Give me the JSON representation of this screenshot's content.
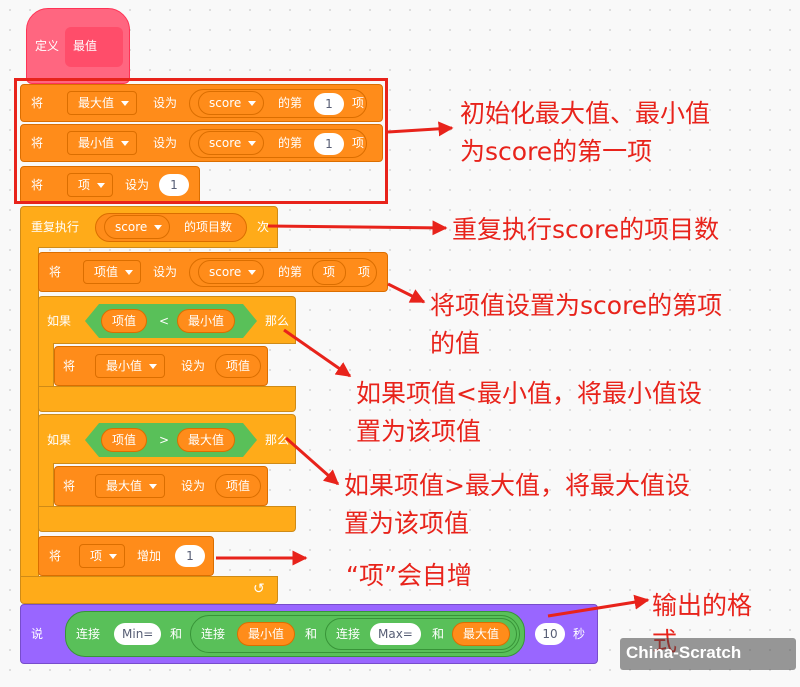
{
  "define_block": {
    "define_label": "定义",
    "name": "最值"
  },
  "init_blocks": [
    {
      "set_label": "将",
      "var": "最大值",
      "to_label": "设为",
      "list": "score",
      "item_of": "的第",
      "index": "1",
      "item_label": "项"
    },
    {
      "set_label": "将",
      "var": "最小值",
      "to_label": "设为",
      "list": "score",
      "item_of": "的第",
      "index": "1",
      "item_label": "项"
    },
    {
      "set_label": "将",
      "var": "项",
      "to_label": "设为",
      "value": "1"
    }
  ],
  "repeat_block": {
    "label": "重复执行",
    "list": "score",
    "length_label": "的项目数",
    "times_label": "次"
  },
  "loop_set": {
    "set_label": "将",
    "var": "项值",
    "to_label": "设为",
    "list": "score",
    "item_of": "的第",
    "index_var": "项",
    "item_label": "项"
  },
  "if1": {
    "if_label": "如果",
    "left": "项值",
    "op": "<",
    "right": "最小值",
    "then_label": "那么",
    "body": {
      "set_label": "将",
      "var": "最小值",
      "to_label": "设为",
      "value": "项值"
    }
  },
  "if2": {
    "if_label": "如果",
    "left": "项值",
    "op": ">",
    "right": "最大值",
    "then_label": "那么",
    "body": {
      "set_label": "将",
      "var": "最大值",
      "to_label": "设为",
      "value": "项值"
    }
  },
  "change_block": {
    "set_label": "将",
    "var": "项",
    "change_label": "增加",
    "value": "1"
  },
  "say_block": {
    "say_label": "说",
    "join_label": "连接",
    "min_text": "Min=",
    "and_label": "和",
    "min_var": "最小值",
    "max_text": "Max=",
    "max_var": "最大值",
    "secs": "10",
    "secs_label": "秒"
  },
  "annotations": {
    "a1_line1": "初始化最大值、最小值",
    "a1_line2": "为score的第一项",
    "a2": "重复执行score的项目数",
    "a3_line1": "将项值设置为score的第项",
    "a3_line2": "的值",
    "a4_line1": "如果项值<最小值，将最小值设",
    "a4_line2": "置为该项值",
    "a5_line1": "如果项值>最大值，将最大值设",
    "a5_line2": "置为该项值",
    "a6": "“项”会自增",
    "a7_line1": "输出的格",
    "a7_line2": "式"
  },
  "watermark": "China-Scratch",
  "colors": {
    "define": "#ff6680",
    "variables": "#ff8c1a",
    "control": "#ffab19",
    "operators": "#59c059",
    "looks": "#9966ff",
    "annotation": "#e8231b"
  }
}
